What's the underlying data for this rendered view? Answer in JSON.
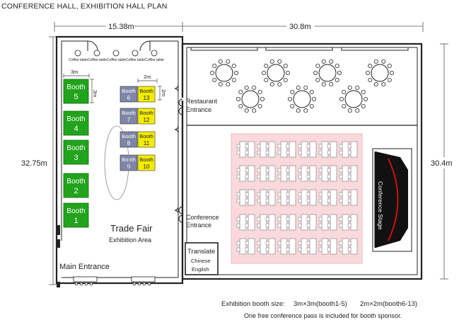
{
  "title": "CONFERENCE HALL, EXHIBITION HALL PLAN",
  "dimensions": {
    "left_width": "15.38m",
    "right_width": "30.8m",
    "left_height": "32.75m",
    "right_height": "30.4m",
    "booth_big_width": "3m",
    "booth_big_height": "3m",
    "booth_small_width": "2m",
    "booth_small_height": "2m"
  },
  "coffee_label": "Coffee table",
  "large_booths": [
    {
      "word": "Booth",
      "num": "5"
    },
    {
      "word": "Booth",
      "num": "4"
    },
    {
      "word": "Booth",
      "num": "3"
    },
    {
      "word": "Booth",
      "num": "2"
    },
    {
      "word": "Booth",
      "num": "1"
    }
  ],
  "small_booths": [
    {
      "left": {
        "word": "Booth",
        "num": "6"
      },
      "right": {
        "word": "Booth",
        "num": "13"
      }
    },
    {
      "left": {
        "word": "Booth",
        "num": "7"
      },
      "right": {
        "word": "Booth",
        "num": "12"
      }
    },
    {
      "left": {
        "word": "Booth",
        "num": "8"
      },
      "right": {
        "word": "Booth",
        "num": "11"
      }
    },
    {
      "left": {
        "word": "Booth",
        "num": "9"
      },
      "right": {
        "word": "Booth",
        "num": "10"
      }
    }
  ],
  "labels": {
    "restaurant_entrance": [
      "Restaurant",
      "Entrance"
    ],
    "conference_entrance": [
      "Conference",
      "Entrance"
    ],
    "trade_fair": "Trade Fair",
    "exhibition_area": "Exhibition Area",
    "main_entrance": "Main Entrance",
    "translate": "Translate",
    "chinese": "Chinese",
    "english": "English",
    "stage": "Conference Stage"
  },
  "footer": {
    "size_label": "Exhibition booth size:",
    "big_size": "3m×3m(booth1-5)",
    "small_size": "2m×2m(booth6-13)",
    "note": "One free conference pass is included for booth sponsor."
  },
  "colors": {
    "booth_green": "#22a31c",
    "booth_gray": "#7f86a8",
    "booth_yellow": "#f4ec00",
    "seating_pink": "#f9d9dc",
    "stage_black": "#111111",
    "stage_red": "#d01010"
  }
}
